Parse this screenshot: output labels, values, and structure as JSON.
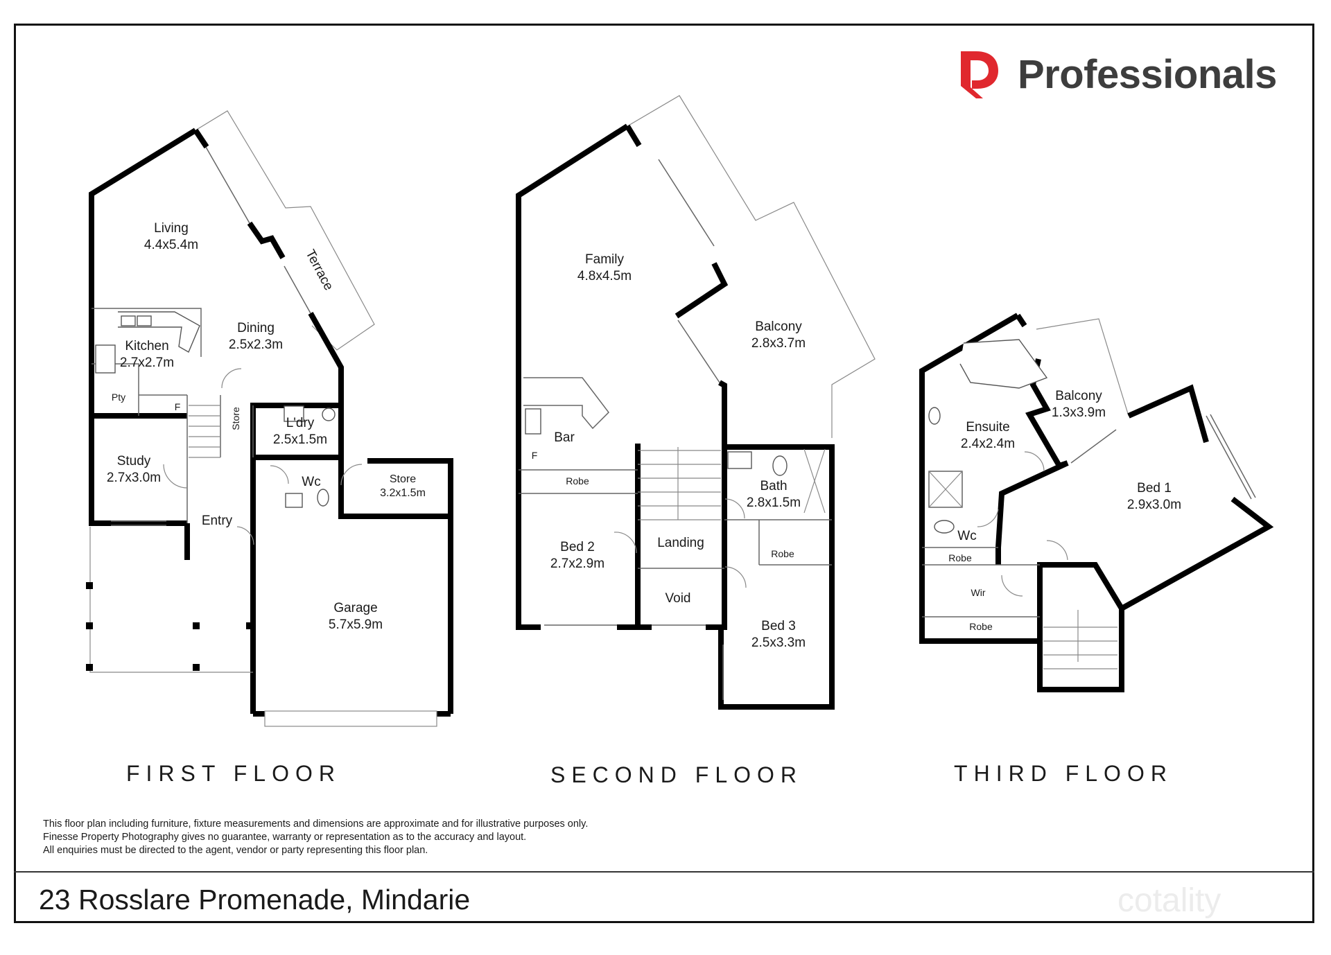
{
  "brand": {
    "name": "Professionals",
    "accent": "#e0282e",
    "text_color": "#3d3d3d"
  },
  "floors": {
    "first": {
      "title": "FIRST FLOOR",
      "rooms": {
        "living": {
          "name": "Living",
          "dims": "4.4x5.4m"
        },
        "dining": {
          "name": "Dining",
          "dims": "2.5x2.3m"
        },
        "kitchen": {
          "name": "Kitchen",
          "dims": "2.7x2.7m"
        },
        "terrace": {
          "name": "Terrace"
        },
        "pantry": {
          "name": "Pty"
        },
        "fridge": {
          "name": "F"
        },
        "store_small": {
          "name": "Store"
        },
        "laundry": {
          "name": "L'dry",
          "dims": "2.5x1.5m"
        },
        "study": {
          "name": "Study",
          "dims": "2.7x3.0m"
        },
        "wc": {
          "name": "Wc"
        },
        "store": {
          "name": "Store",
          "dims": "3.2x1.5m"
        },
        "entry": {
          "name": "Entry"
        },
        "garage": {
          "name": "Garage",
          "dims": "5.7x5.9m"
        }
      }
    },
    "second": {
      "title": "SECOND FLOOR",
      "rooms": {
        "family": {
          "name": "Family",
          "dims": "4.8x4.5m"
        },
        "balcony": {
          "name": "Balcony",
          "dims": "2.8x3.7m"
        },
        "bar": {
          "name": "Bar"
        },
        "fridge": {
          "name": "F"
        },
        "robe_a": {
          "name": "Robe"
        },
        "bath": {
          "name": "Bath",
          "dims": "2.8x1.5m"
        },
        "bed2": {
          "name": "Bed 2",
          "dims": "2.7x2.9m"
        },
        "landing": {
          "name": "Landing"
        },
        "robe_b": {
          "name": "Robe"
        },
        "void": {
          "name": "Void"
        },
        "bed3": {
          "name": "Bed 3",
          "dims": "2.5x3.3m"
        }
      }
    },
    "third": {
      "title": "THIRD FLOOR",
      "rooms": {
        "balcony": {
          "name": "Balcony",
          "dims": "1.3x3.9m"
        },
        "ensuite": {
          "name": "Ensuite",
          "dims": "2.4x2.4m"
        },
        "bed1": {
          "name": "Bed 1",
          "dims": "2.9x3.0m"
        },
        "wc": {
          "name": "Wc"
        },
        "robe_a": {
          "name": "Robe"
        },
        "wir": {
          "name": "Wir"
        },
        "robe_b": {
          "name": "Robe"
        }
      }
    }
  },
  "disclaimer": [
    "This floor plan including furniture, fixture measurements and dimensions are approximate and for illustrative purposes only.",
    "Finesse Property Photography  gives no guarantee, warranty or representation as to the accuracy and layout.",
    "All enquiries must be directed to the agent, vendor or party representing this floor plan."
  ],
  "address": "23 Rosslare Promenade, Mindarie",
  "watermark": "cotality"
}
